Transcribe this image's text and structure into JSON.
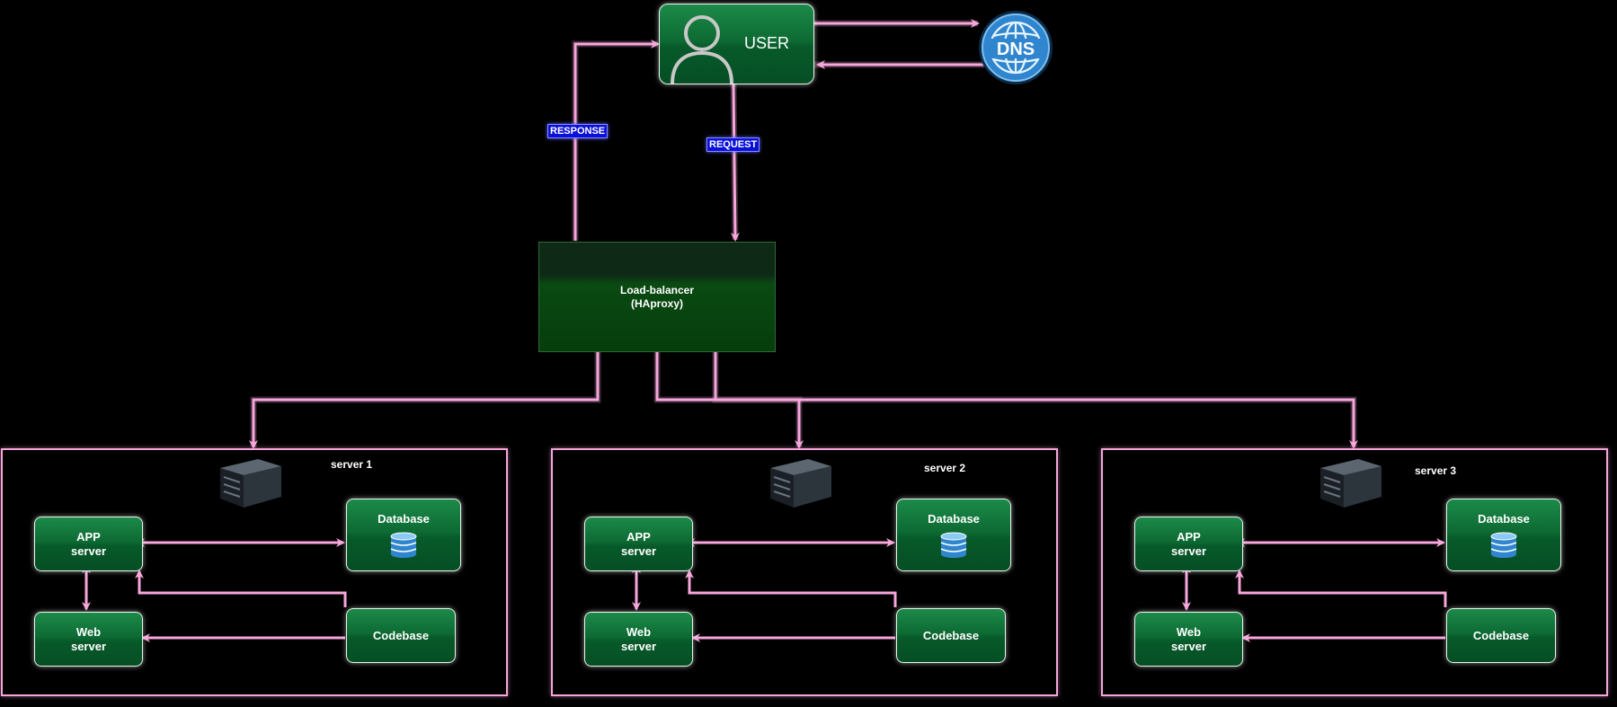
{
  "user": {
    "label": "USER",
    "icon": "user-icon"
  },
  "dns": {
    "label": "DNS",
    "icon": "globe-icon"
  },
  "load_balancer": {
    "label": "Load-balancer\n(HAproxy)"
  },
  "edges": {
    "response_label": "RESPONSE",
    "request_label": "REQUEST"
  },
  "servers": [
    {
      "title": "server 1",
      "app": "APP\nserver",
      "db": "Database",
      "web": "Web\nserver",
      "code": "Codebase"
    },
    {
      "title": "server 2",
      "app": "APP\nserver",
      "db": "Database",
      "web": "Web\nserver",
      "code": "Codebase"
    },
    {
      "title": "server 3",
      "app": "APP\nserver",
      "db": "Database",
      "web": "Web\nserver",
      "code": "Codebase"
    }
  ],
  "colors": {
    "wire": "#f7a6dc",
    "node_green": "#0d6a33",
    "tag_blue": "#0a10d8",
    "dns_blue": "#2f86cf"
  }
}
